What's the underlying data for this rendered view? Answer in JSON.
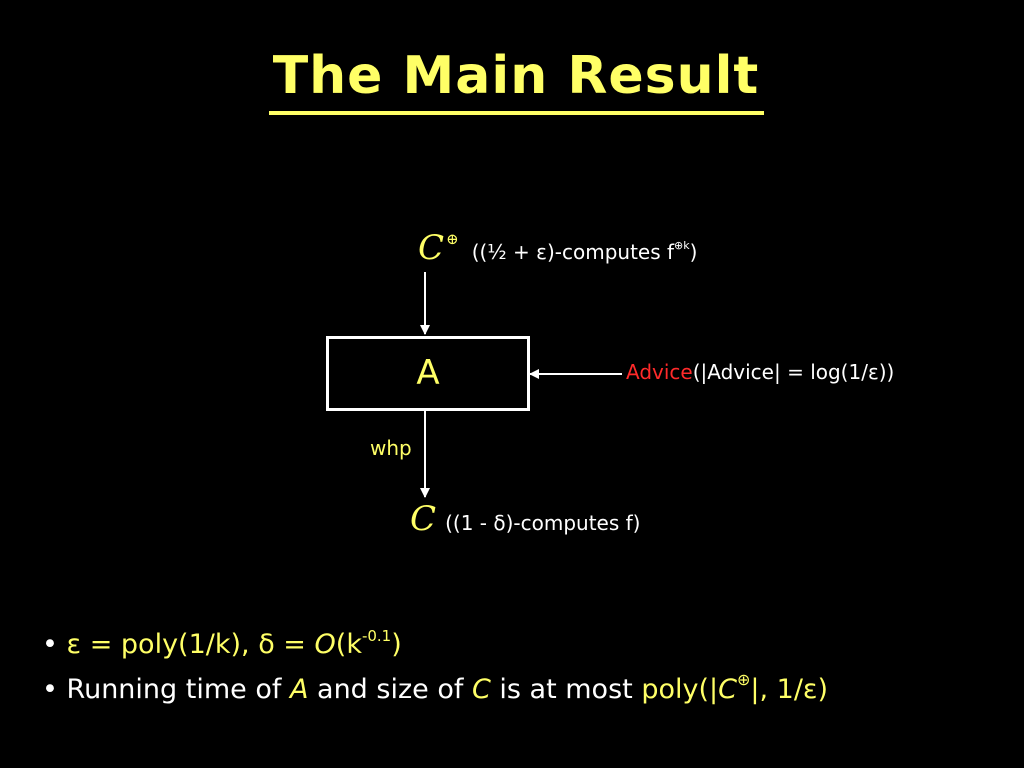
{
  "title": "The Main Result",
  "diagram": {
    "top_node": {
      "symbol": "C",
      "superscript": "⊕",
      "description_prefix": "((½ + ε)-computes f",
      "description_sup_symbol": "⊕",
      "description_sup_k": "k",
      "description_suffix": ")"
    },
    "box_label": "A",
    "advice": {
      "label": "Advice",
      "detail": "(|Advice| = log(1/ε))"
    },
    "edge_label": "whp",
    "bottom_node": {
      "symbol": "C",
      "description": "((1 - δ)-computes f)"
    }
  },
  "bullets": {
    "b1": {
      "bullet": "•",
      "part1": "ε = poly(1/k), δ = ",
      "italic_O": "O",
      "part2": "(k",
      "exponent": "-0.1",
      "part3": ")"
    },
    "b2": {
      "bullet": "•",
      "part1": "Running time of ",
      "A": "A",
      "part2": " and size of ",
      "C": "C",
      "part3": " is at most ",
      "poly_prefix": "poly(|",
      "C2": "C",
      "oplus": "⊕",
      "poly_suffix": "|, 1/ε)"
    }
  },
  "colors": {
    "background": "#000000",
    "title": "#ffff66",
    "highlight": "#ffff66",
    "text": "#ffffff",
    "advice": "#ff2a2a"
  }
}
